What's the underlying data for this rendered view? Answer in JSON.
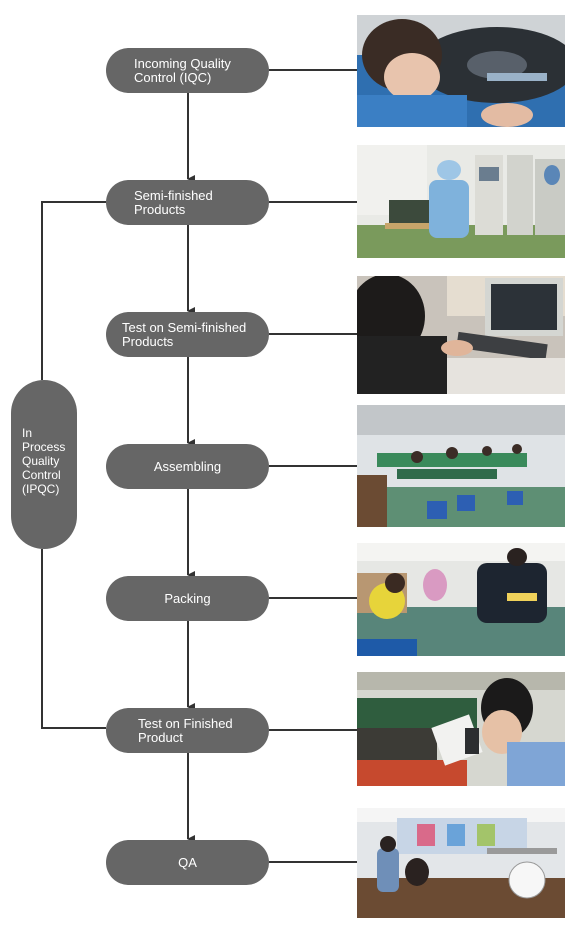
{
  "steps": [
    {
      "id": "iqc",
      "label": "Incoming Quality\nControl (IQC)"
    },
    {
      "id": "semi-finished",
      "label": "Semi-finished\nProducts"
    },
    {
      "id": "test-semi",
      "label": "Test on Semi-finished\nProducts"
    },
    {
      "id": "assembling",
      "label": "Assembling"
    },
    {
      "id": "packing",
      "label": "Packing"
    },
    {
      "id": "test-finished",
      "label": "Test on Finished\nProduct"
    },
    {
      "id": "qa",
      "label": "QA"
    }
  ],
  "ipqc": {
    "label": "In\nProcess\nQuality\nControl\n(IPQC)"
  },
  "colors": {
    "node": "#666666",
    "node_text": "#ffffff",
    "line": "#333333"
  }
}
